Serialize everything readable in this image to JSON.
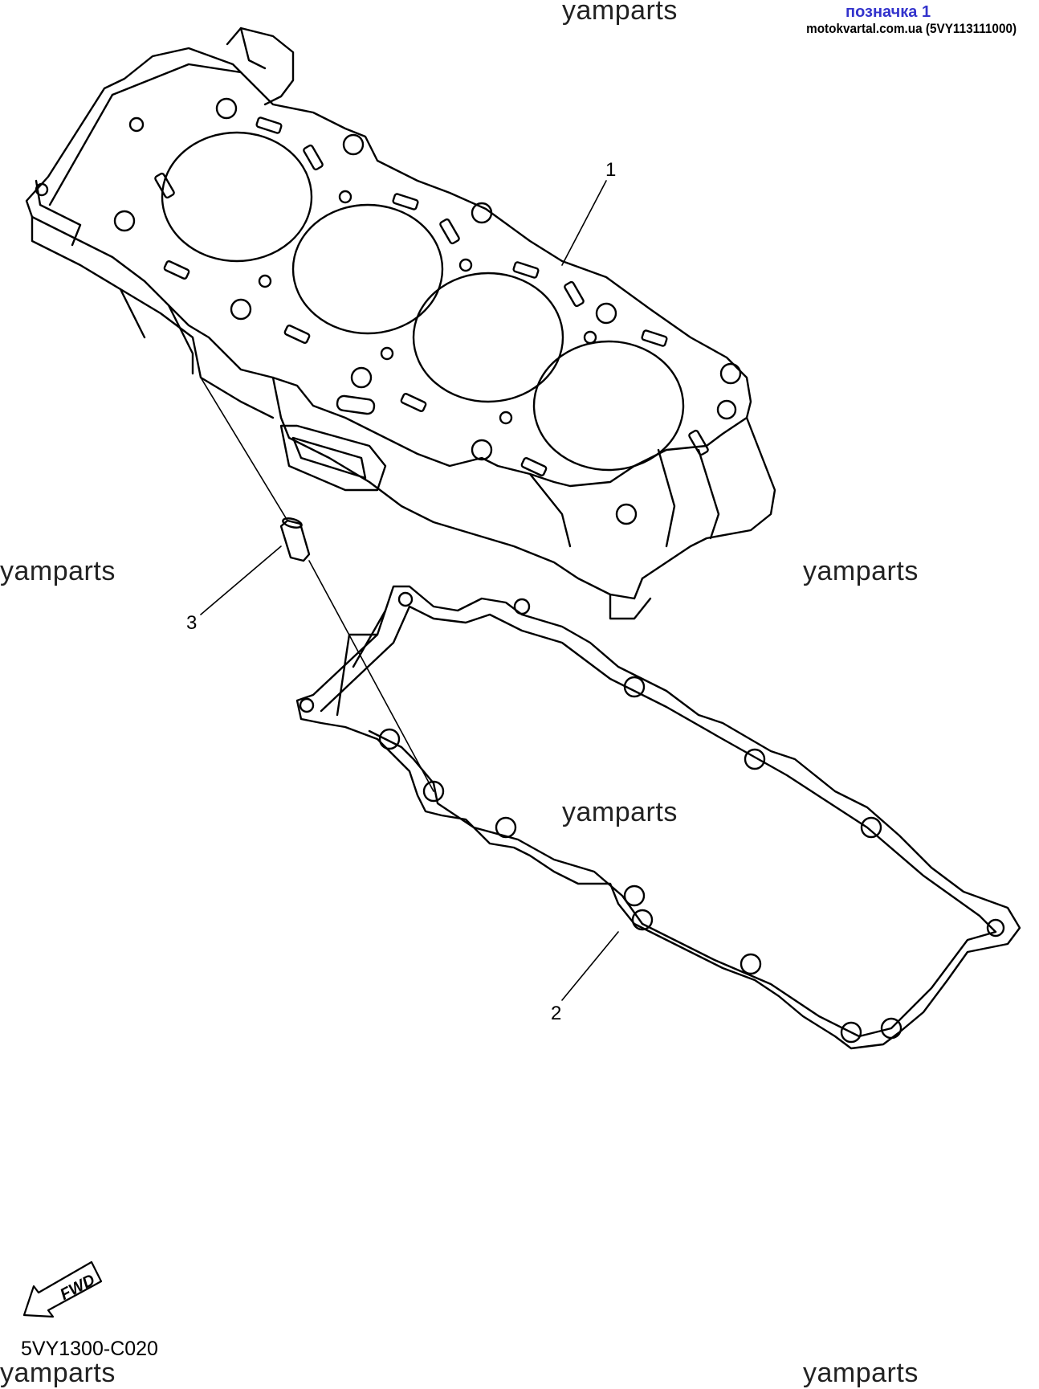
{
  "header": {
    "label": "позначка 1",
    "source": "motokvartal.com.ua (5VY113111000)"
  },
  "watermarks": [
    "yamparts",
    "yamparts",
    "yamparts",
    "yamparts",
    "yamparts",
    "yamparts"
  ],
  "callouts": {
    "part1": "1",
    "part2": "2",
    "part3": "3"
  },
  "fwd_label": "FWD",
  "diagram_code": "5VY1300-C020",
  "colors": {
    "header_label": "#3333cc",
    "line": "#000000"
  }
}
